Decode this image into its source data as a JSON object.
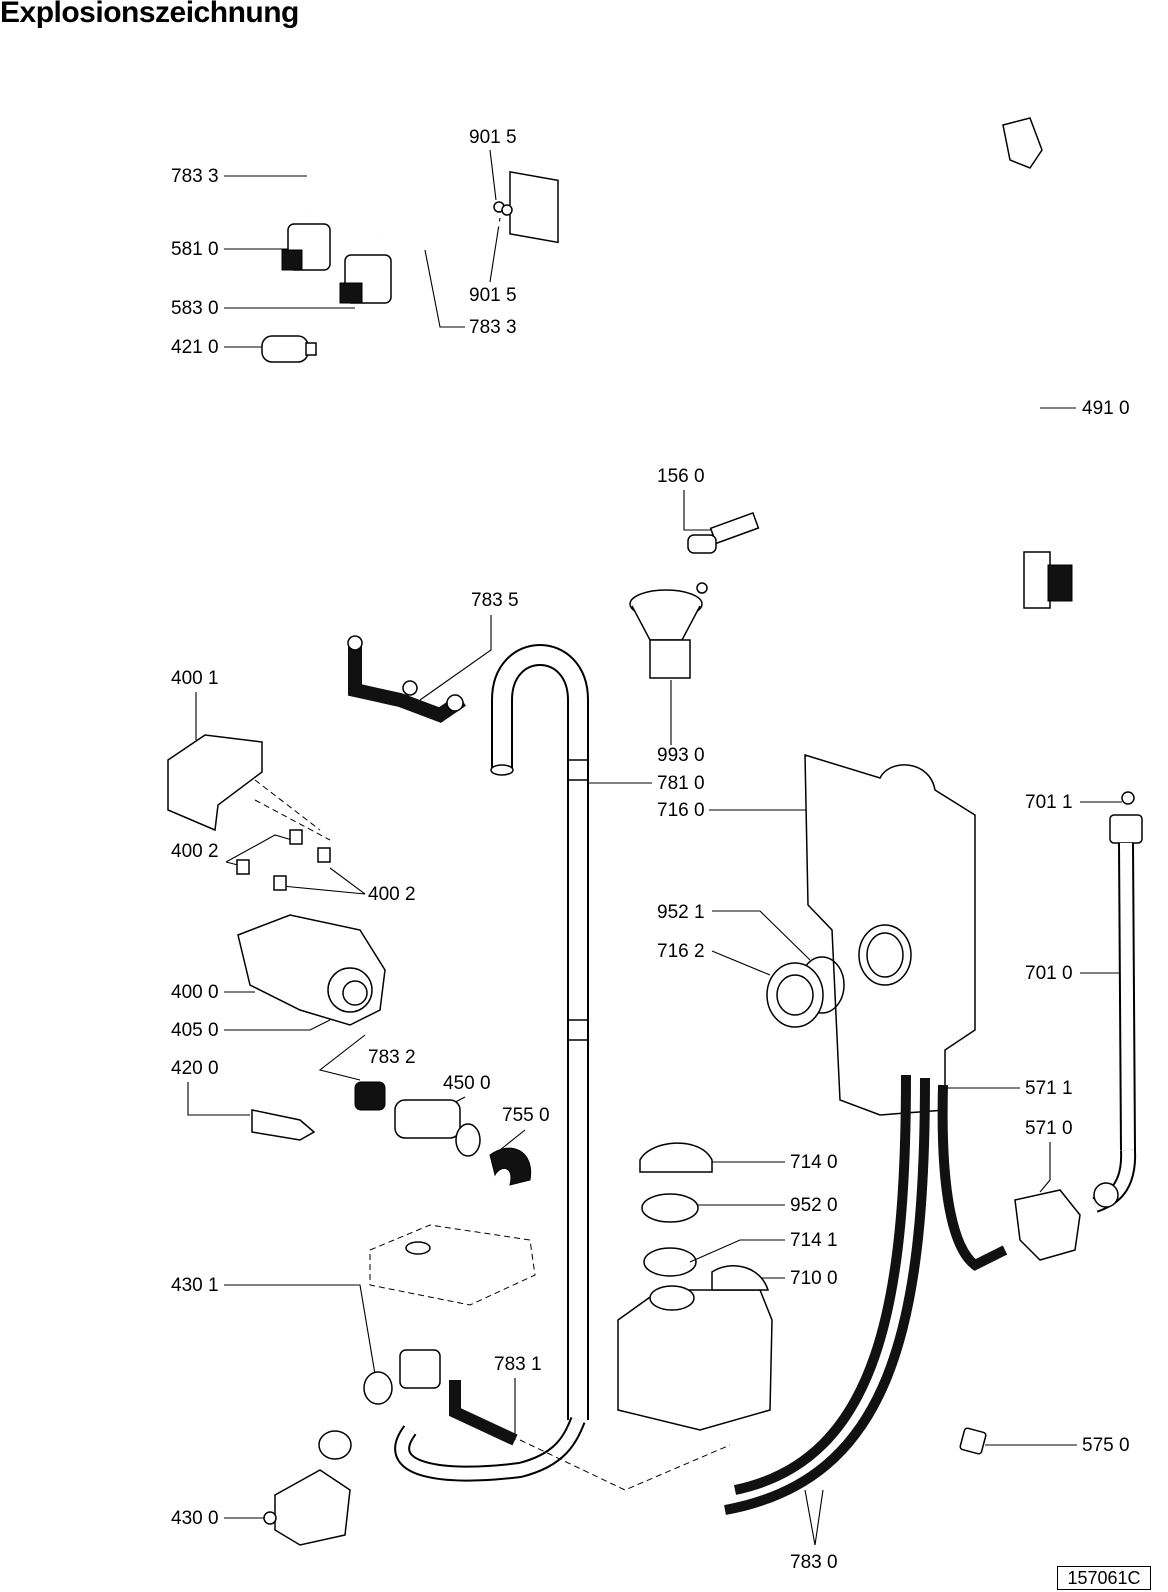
{
  "title": "Explosionszeichnung",
  "doc_number": "157061C",
  "labels": {
    "p783_3_a": "783 3",
    "p901_5_a": "901 5",
    "p581_0": "581 0",
    "p901_5_b": "901 5",
    "p583_0": "583 0",
    "p783_3_b": "783 3",
    "p421_0": "421 0",
    "p491_0": "491 0",
    "p156_0": "156 0",
    "p783_5": "783 5",
    "p400_1": "400 1",
    "p993_0": "993 0",
    "p781_0": "781 0",
    "p716_0": "716 0",
    "p701_1": "701 1",
    "p400_2_a": "400 2",
    "p400_2_b": "400 2",
    "p952_1": "952 1",
    "p716_2": "716 2",
    "p701_0": "701 0",
    "p400_0": "400 0",
    "p405_0": "405 0",
    "p783_2": "783 2",
    "p420_0": "420 0",
    "p450_0": "450 0",
    "p571_1": "571 1",
    "p755_0": "755 0",
    "p571_0": "571 0",
    "p714_0": "714 0",
    "p952_0": "952 0",
    "p714_1": "714 1",
    "p710_0": "710 0",
    "p430_1": "430 1",
    "p783_1": "783 1",
    "p575_0": "575 0",
    "p430_0": "430 0",
    "p783_0": "783 0"
  }
}
